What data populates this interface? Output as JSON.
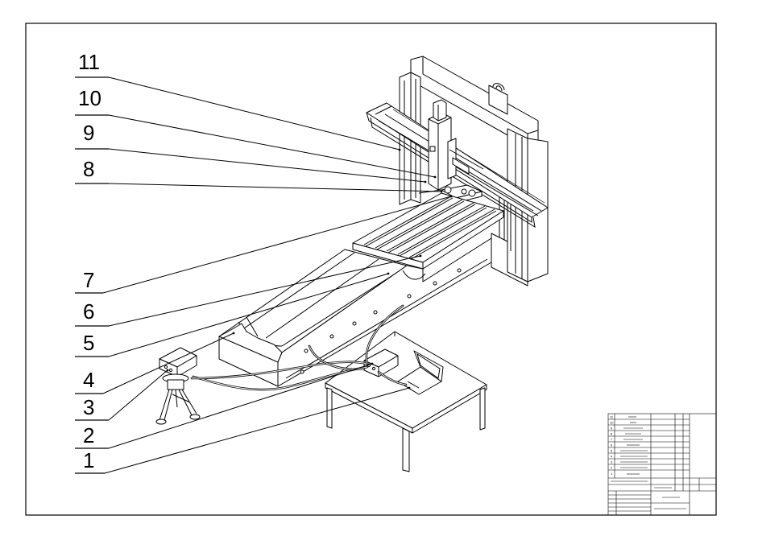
{
  "callouts": [
    {
      "number": "11"
    },
    {
      "number": "10"
    },
    {
      "number": "9"
    },
    {
      "number": "8"
    },
    {
      "number": "7"
    },
    {
      "number": "6"
    },
    {
      "number": "5"
    },
    {
      "number": "4"
    },
    {
      "number": "3"
    },
    {
      "number": "2"
    },
    {
      "number": "1"
    }
  ],
  "title_block": {
    "parts_list_numbers": [
      "11",
      "10",
      "9",
      "8",
      "7",
      "6",
      "5",
      "4",
      "3",
      "2",
      "1"
    ]
  }
}
